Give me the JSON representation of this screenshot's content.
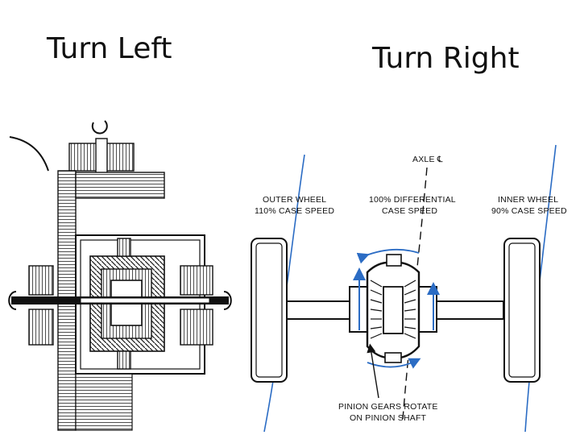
{
  "titles": {
    "left": "Turn Left",
    "right": "Turn Right"
  },
  "labels": {
    "axle": "AXLE ℄",
    "outer_wheel_line1": "OUTER WHEEL",
    "outer_wheel_line2": "110% CASE SPEED",
    "diff_line1": "100% DIFFERENTIAL",
    "diff_line2": "CASE SPEED",
    "inner_wheel_line1": "INNER WHEEL",
    "inner_wheel_line2": "90% CASE SPEED",
    "pinion_line1": "PINION GEARS ROTATE",
    "pinion_line2": "ON PINION SHAFT"
  },
  "colors": {
    "ink": "#111111",
    "accent_blue": "#2b6cc4",
    "background": "#ffffff"
  }
}
